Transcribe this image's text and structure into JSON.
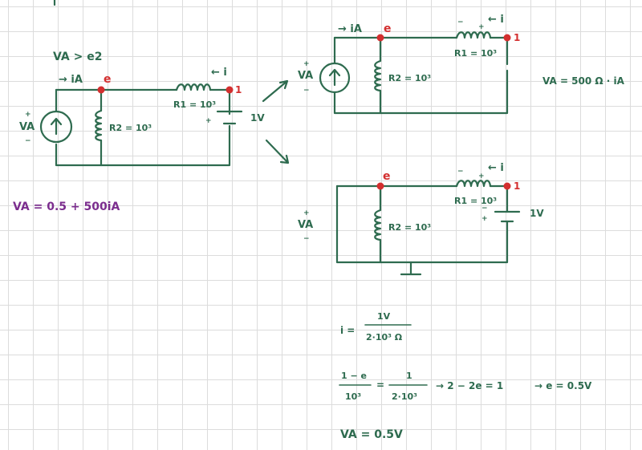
{
  "colors": {
    "ink": "#2e6b4f",
    "node": "#d32f2f",
    "purple": "#7b2d8e",
    "grid": "#dcdcdc"
  },
  "labels": {
    "va_cond": "VA > e2",
    "ia": "→ iA",
    "e": "e",
    "i_arrow": "← i",
    "r1": "R1 = 10³",
    "r2": "R2 = 10³",
    "one": "1",
    "vsrc": "1V",
    "va": "VA",
    "plus": "+",
    "minus": "−"
  },
  "equations": {
    "va_purple": "VA = 0.5 + 500iA",
    "va_right": "VA = 500 Ω · iA",
    "i_prefix": "i =",
    "i_num": "1V",
    "i_den": "2·10³ Ω",
    "frac1_num": "1 − e",
    "frac1_den": "10³",
    "eq_sign": "=",
    "frac2_num": "1",
    "frac2_den": "2·10³",
    "step1": "→ 2 − 2e = 1",
    "step2": "→ e = 0.5V",
    "va_final": "VA = 0.5V"
  }
}
